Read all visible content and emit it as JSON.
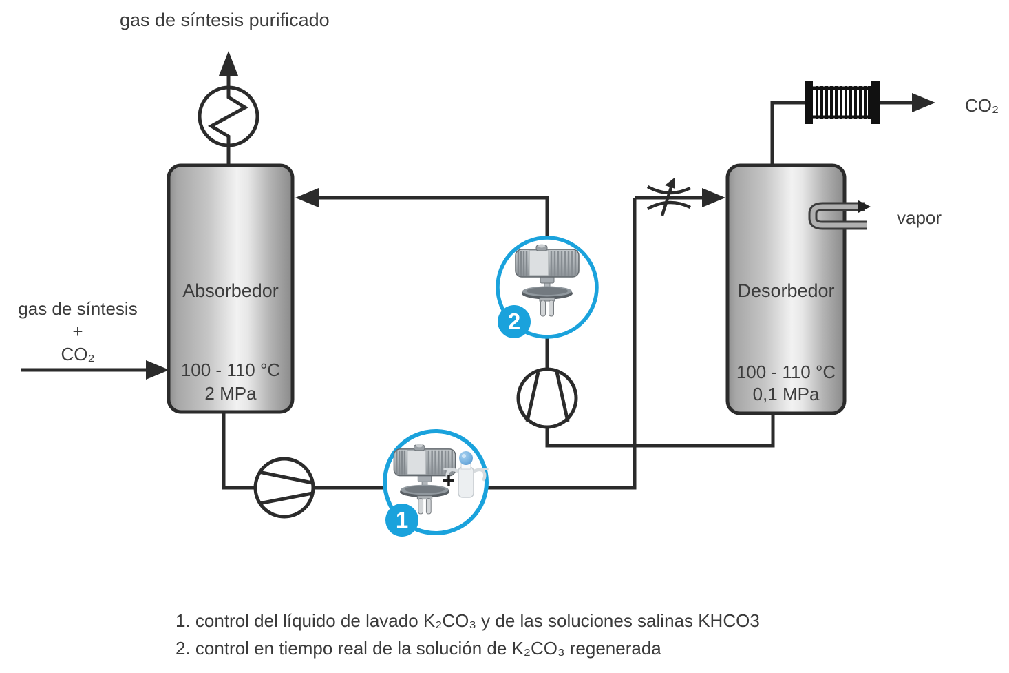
{
  "diagram": {
    "type": "process-flow-diagram",
    "labels": {
      "purified_gas_out": "gas de síntesis purificado",
      "feed_line1": "gas de síntesis",
      "feed_line2": "+",
      "feed_line3": "CO₂",
      "co2_out": "CO₂",
      "vapor_in": "vapor",
      "sensor_plus": "+"
    },
    "equipment": {
      "absorber": {
        "name": "Absorbedor",
        "temperature": "100 - 110 °C",
        "pressure": "2 MPa"
      },
      "desorber": {
        "name": "Desorbedor",
        "temperature": "100 - 110 °C",
        "pressure": "0,1 MPa"
      }
    },
    "measuring_points": [
      {
        "number": "1",
        "caption": "1. control del líquido de lavado K₂CO₃ y de las soluciones salinas KHCO3"
      },
      {
        "number": "2",
        "caption": "2. control en tiempo real de la solución de K₂CO₃ regenerada"
      }
    ],
    "icons": {
      "cooler": "circle-zigzag-heat-exchanger",
      "condenser": "hatched-tube-heat-exchanger",
      "control_valve": "variable-restriction-arrow",
      "pumps": "circle-with-converging-chords",
      "sensor_fork": "fork-density-sensor",
      "sensor_probe": "liquid-analysis-probe",
      "steam_coil": "u-tube-steam-inlet"
    },
    "colors": {
      "accent_blue": "#1aa2dc",
      "line_dark": "#2b2b2b",
      "text": "#3a3a3a",
      "vessel_light": "#f2f2f2",
      "vessel_dark": "#8e8e8e"
    }
  }
}
